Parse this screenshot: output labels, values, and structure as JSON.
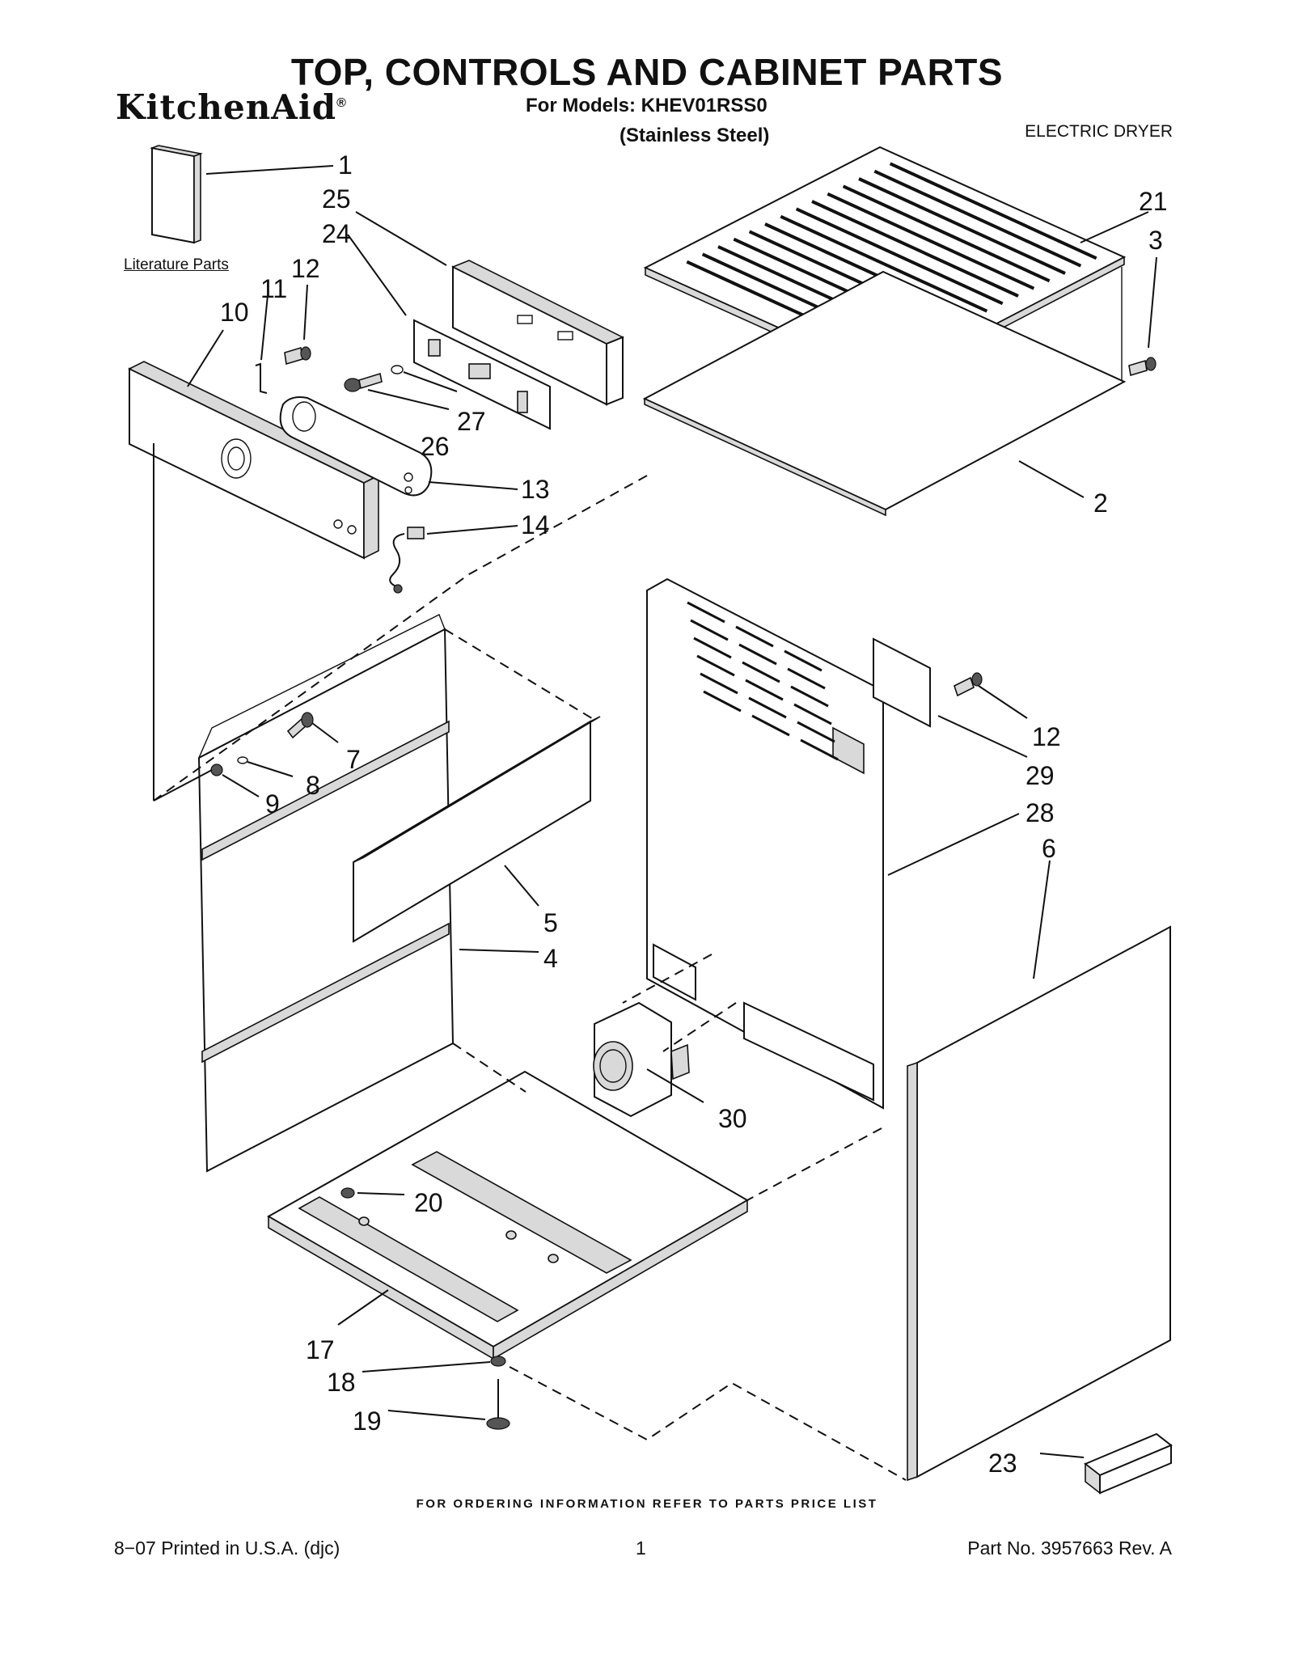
{
  "header": {
    "title": "TOP, CONTROLS  AND CABINET PARTS",
    "brand_logo": "KitchenAid",
    "brand_mark": "®",
    "models_line": "For Models: KHEV01RSS0",
    "finish_line": "(Stainless Steel)",
    "product_type": "ELECTRIC DRYER"
  },
  "literature_label": "Literature Parts",
  "callouts": {
    "c1": "1",
    "c2": "2",
    "c3": "3",
    "c4": "4",
    "c5": "5",
    "c6": "6",
    "c7": "7",
    "c8": "8",
    "c9": "9",
    "c10": "10",
    "c11": "11",
    "c12a": "12",
    "c12b": "12",
    "c13": "13",
    "c14": "14",
    "c17": "17",
    "c18": "18",
    "c19": "19",
    "c20": "20",
    "c21": "21",
    "c23": "23",
    "c24": "24",
    "c25": "25",
    "c26": "26",
    "c27": "27",
    "c28": "28",
    "c29": "29",
    "c30": "30"
  },
  "footer": {
    "note": "FOR ORDERING INFORMATION REFER TO PARTS PRICE LIST",
    "print_date": "8−07 Printed in U.S.A. (djc)",
    "page": "1",
    "part_number": "Part No. 3957663 Rev. A"
  }
}
